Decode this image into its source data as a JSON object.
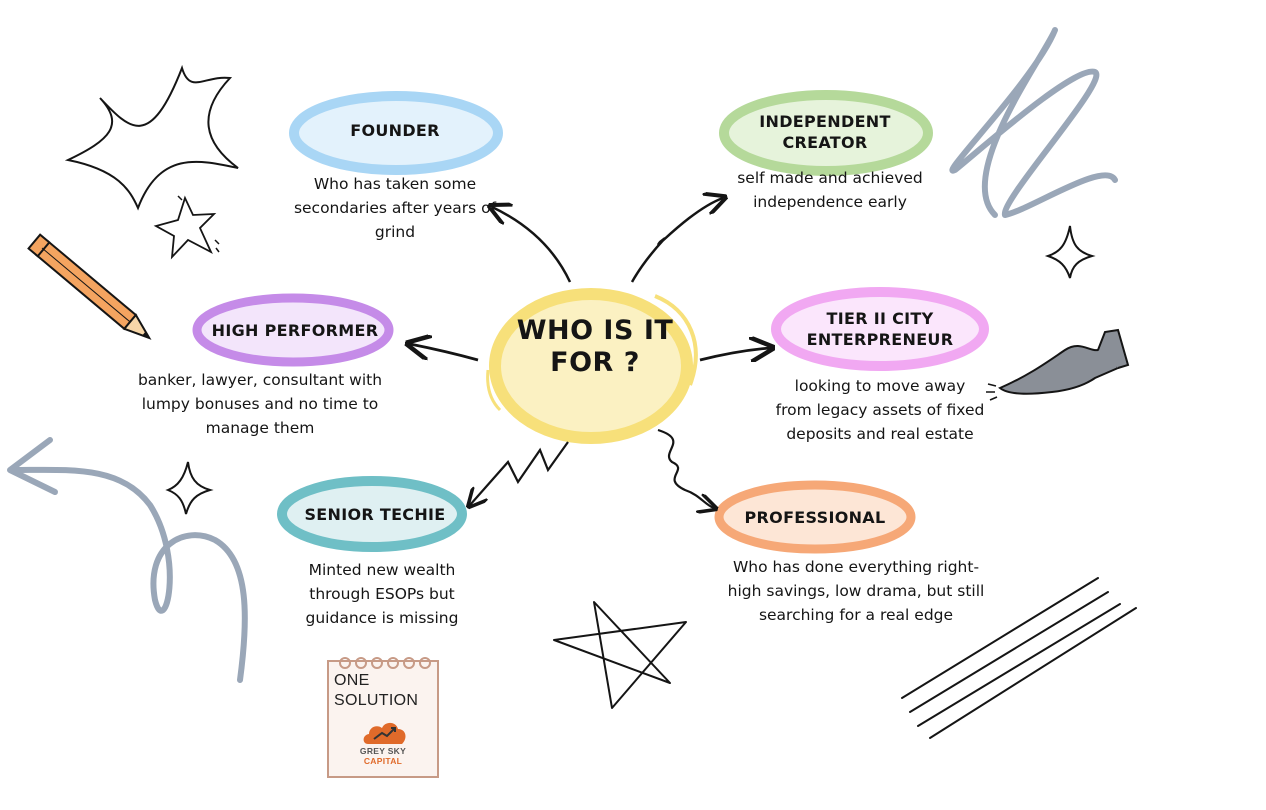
{
  "center": {
    "title": "WHO IS IT FOR ?"
  },
  "nodes": [
    {
      "id": "founder",
      "label": "FOUNDER",
      "description": "Who has taken some secondaries after years of grind",
      "color": "#a9d6f5"
    },
    {
      "id": "independent-creator",
      "label": "INDEPENDENT CREATOR",
      "description": "self made and achieved independence early",
      "color": "#b5d99a"
    },
    {
      "id": "high-performer",
      "label": "HIGH PERFORMER",
      "description": "banker, lawyer, consultant with lumpy bonuses and no time to manage them",
      "color": "#c58be8"
    },
    {
      "id": "tier-ii-city-entrepreneur",
      "label": "TIER II CITY ENTERPRENEUR",
      "description": "looking to move away from legacy assets of fixed deposits and real estate",
      "color": "#f1a8f2"
    },
    {
      "id": "senior-techie",
      "label": "SENIOR TECHIE",
      "description": "Minted new wealth through ESOPs but guidance is missing",
      "color": "#6fbfc6"
    },
    {
      "id": "professional",
      "label": "PROFESSIONAL",
      "description": "Who has done everything right- high savings, low drama, but still searching for a real edge",
      "color": "#f6a877"
    }
  ],
  "badge": {
    "line1": "ONE",
    "line2": "SOLUTION",
    "brand1": "GREY SKY",
    "brand2": "CAPITAL"
  },
  "colors": {
    "center": "#f7e07a",
    "center_fill": "#fbf1c2",
    "ink": "#151515",
    "doodle_grey": "#9aa7b8",
    "pencil": "#f4a460"
  }
}
